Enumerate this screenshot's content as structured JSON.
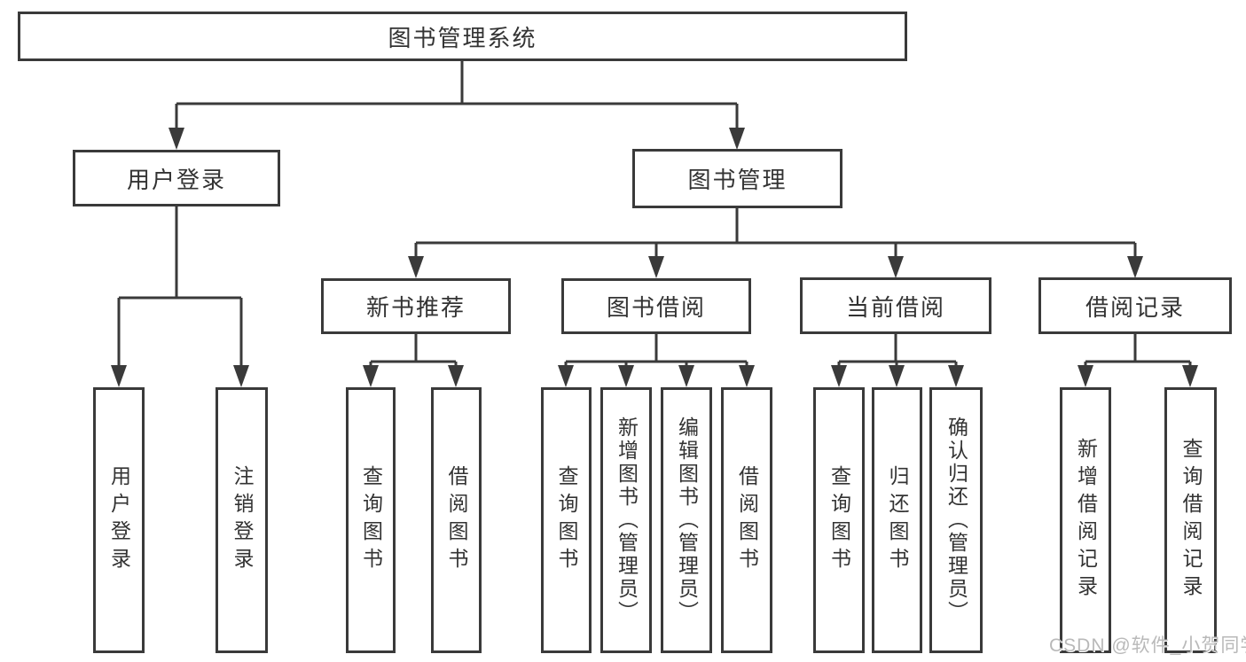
{
  "colors": {
    "line": "#3a3a3a",
    "text": "#333333",
    "box_fill": "#ffffff",
    "background": "#ffffff",
    "watermark": "#b9b9b9"
  },
  "tree": {
    "label": "图书管理系统",
    "children": [
      {
        "label": "用户登录",
        "children": [
          {
            "label": "用户登录"
          },
          {
            "label": "注销登录"
          }
        ]
      },
      {
        "label": "图书管理",
        "children": [
          {
            "label": "新书推荐",
            "children": [
              {
                "label": "查询图书"
              },
              {
                "label": "借阅图书"
              }
            ]
          },
          {
            "label": "图书借阅",
            "children": [
              {
                "label": "查询图书"
              },
              {
                "label": "新增图书（管理员）"
              },
              {
                "label": "编辑图书（管理员）"
              },
              {
                "label": "借阅图书"
              }
            ]
          },
          {
            "label": "当前借阅",
            "children": [
              {
                "label": "查询图书"
              },
              {
                "label": "归还图书"
              },
              {
                "label": "确认归还（管理员）"
              }
            ]
          },
          {
            "label": "借阅记录",
            "children": [
              {
                "label": "新增借阅记录"
              },
              {
                "label": "查询借阅记录"
              }
            ]
          }
        ]
      }
    ]
  },
  "watermark": "CSDN @软件_小贺同学"
}
